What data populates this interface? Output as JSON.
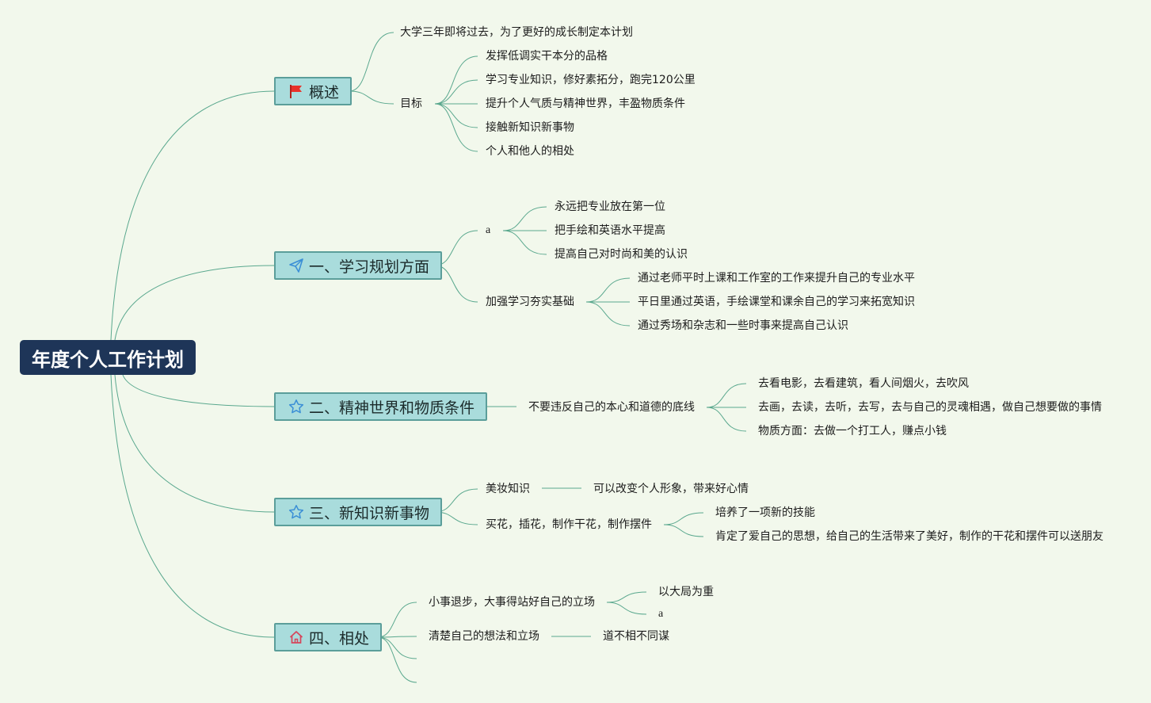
{
  "root": {
    "title": "年度个人工作计划"
  },
  "branches": [
    {
      "label": "概述",
      "icon": "flag-icon",
      "children": [
        {
          "label": "大学三年即将过去，为了更好的成长制定本计划"
        },
        {
          "label": "目标",
          "children": [
            {
              "label": "发挥低调实干本分的品格"
            },
            {
              "label": "学习专业知识，修好素拓分，跑完120公里"
            },
            {
              "label": "提升个人气质与精神世界，丰盈物质条件"
            },
            {
              "label": "接触新知识新事物"
            },
            {
              "label": "个人和他人的相处"
            }
          ]
        }
      ]
    },
    {
      "label": "一、学习规划方面",
      "icon": "paper-plane-icon",
      "children": [
        {
          "label": "a",
          "children": [
            {
              "label": "永远把专业放在第一位"
            },
            {
              "label": "把手绘和英语水平提高"
            },
            {
              "label": "提高自己对时尚和美的认识"
            }
          ]
        },
        {
          "label": "加强学习夯实基础",
          "children": [
            {
              "label": "通过老师平时上课和工作室的工作来提升自己的专业水平"
            },
            {
              "label": "平日里通过英语，手绘课堂和课余自己的学习来拓宽知识"
            },
            {
              "label": "通过秀场和杂志和一些时事来提高自己认识"
            }
          ]
        }
      ]
    },
    {
      "label": "二、精神世界和物质条件",
      "icon": "star-icon",
      "children": [
        {
          "label": "不要违反自己的本心和道德的底线",
          "children": [
            {
              "label": "去看电影，去看建筑，看人间烟火，去吹风"
            },
            {
              "label": "去画，去读，去听，去写，去与自己的灵魂相遇，做自己想要做的事情"
            },
            {
              "label": "物质方面：去做一个打工人，赚点小钱"
            }
          ]
        }
      ]
    },
    {
      "label": "三、新知识新事物",
      "icon": "star-icon",
      "children": [
        {
          "label": "美妆知识",
          "children": [
            {
              "label": "可以改变个人形象，带来好心情"
            }
          ]
        },
        {
          "label": "买花，插花，制作干花，制作摆件",
          "children": [
            {
              "label": "培养了一项新的技能"
            },
            {
              "label": "肯定了爱自己的思想，给自己的生活带来了美好，制作的干花和摆件可以送朋友"
            }
          ]
        }
      ]
    },
    {
      "label": "四、相处",
      "icon": "home-icon",
      "children": [
        {
          "label": "小事退步，大事得站好自己的立场",
          "children": [
            {
              "label": "以大局为重"
            },
            {
              "label": "a"
            }
          ]
        },
        {
          "label": "清楚自己的想法和立场",
          "children": [
            {
              "label": "道不相不同谋"
            }
          ]
        },
        {
          "label": ""
        },
        {
          "label": ""
        }
      ]
    }
  ],
  "colors": {
    "background": "#f2f8ec",
    "root_fill": "#1e3558",
    "branch_fill": "#a9dcdc",
    "branch_border": "#5b9e9a",
    "connector": "#5aa88e",
    "flag": "#e8322a",
    "outline_icon": "#3b8fd6",
    "home": "#d6455b"
  }
}
